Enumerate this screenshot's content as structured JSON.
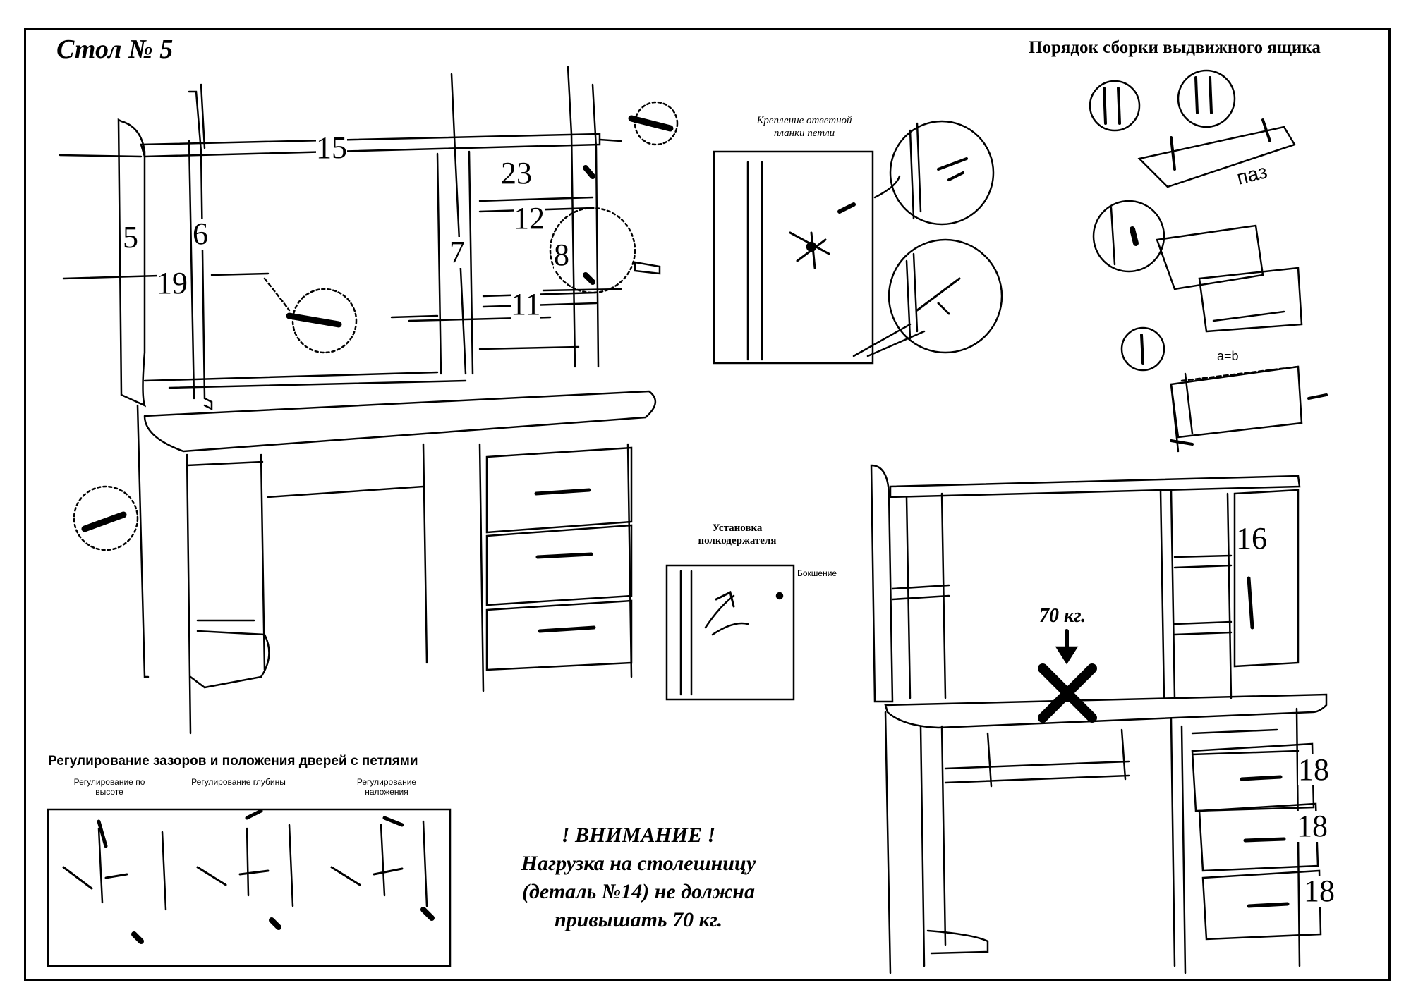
{
  "header": {
    "title": "Стол № 5",
    "subtitle": "Порядок сборки выдвижного ящика"
  },
  "captions": {
    "hinge_mount_1": "Крепление ответной",
    "hinge_mount_2": "планки петли",
    "shelf_holder_1": "Установка",
    "shelf_holder_2": "полкодержателя",
    "shelf_holder_tag": "Бокшение"
  },
  "drawer_assembly": {
    "groove_label": "паз",
    "equal_label": "a=b"
  },
  "door_adjustment": {
    "title": "Регулирование зазоров и положения дверей с петлями",
    "height": [
      "Регулирование по",
      "высоте"
    ],
    "depth": "Регулирование глубины",
    "overlay": [
      "Регулирование",
      "наложения"
    ]
  },
  "warning": {
    "line1": "! ВНИМАНИЕ !",
    "line2": "Нагрузка на столешницу",
    "line3": "(деталь №14) не должна",
    "line4": "привышать 70 кг."
  },
  "load_limit": "70 кг.",
  "part_numbers": {
    "p15": "15",
    "p23": "23",
    "p12": "12",
    "p5": "5",
    "p6": "6",
    "p7": "7",
    "p8": "8",
    "p19": "19",
    "p11": "11",
    "p16": "16",
    "p18a": "18",
    "p18b": "18",
    "p18c": "18"
  }
}
